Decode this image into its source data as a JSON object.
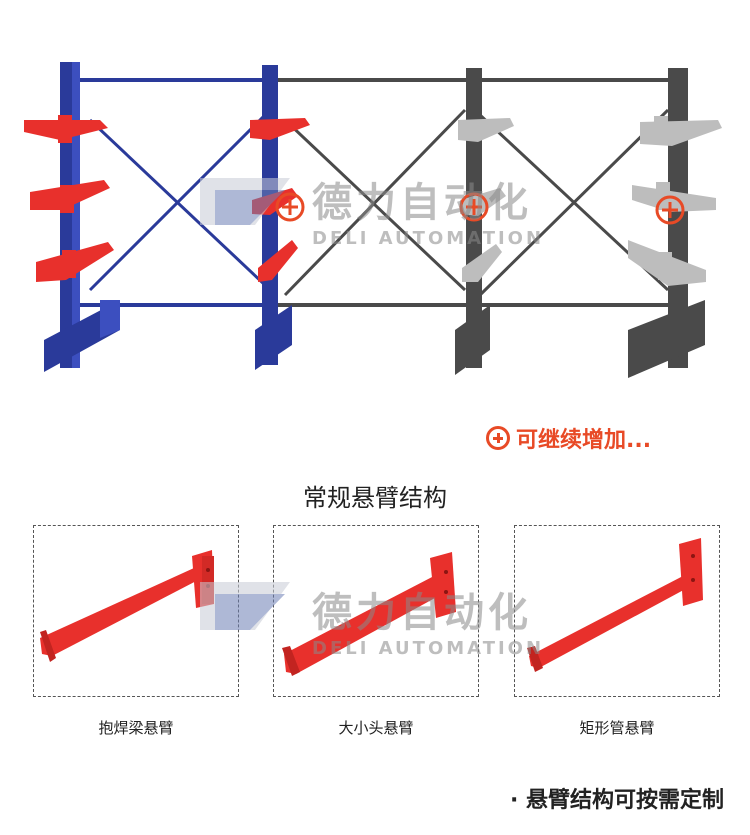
{
  "banner": {
    "add_more_text": "可继续增加...",
    "add_icon": "plus-circle-icon"
  },
  "section": {
    "title": "常规悬臂结构"
  },
  "arms": [
    {
      "label": "抱焊梁悬臂"
    },
    {
      "label": "大小头悬臂"
    },
    {
      "label": "矩形管悬臂"
    }
  ],
  "footer": {
    "note": "· 悬臂结构可按需定制"
  },
  "watermark": {
    "cn": "德力自动化",
    "en": "DELI AUTOMATION"
  },
  "colors": {
    "accent": "#e84a26",
    "arm_red": "#e8302c",
    "column_blue": "#2a3a9a",
    "column_grey": "#4a4a4a",
    "arm_grey": "#bdbdbd"
  }
}
